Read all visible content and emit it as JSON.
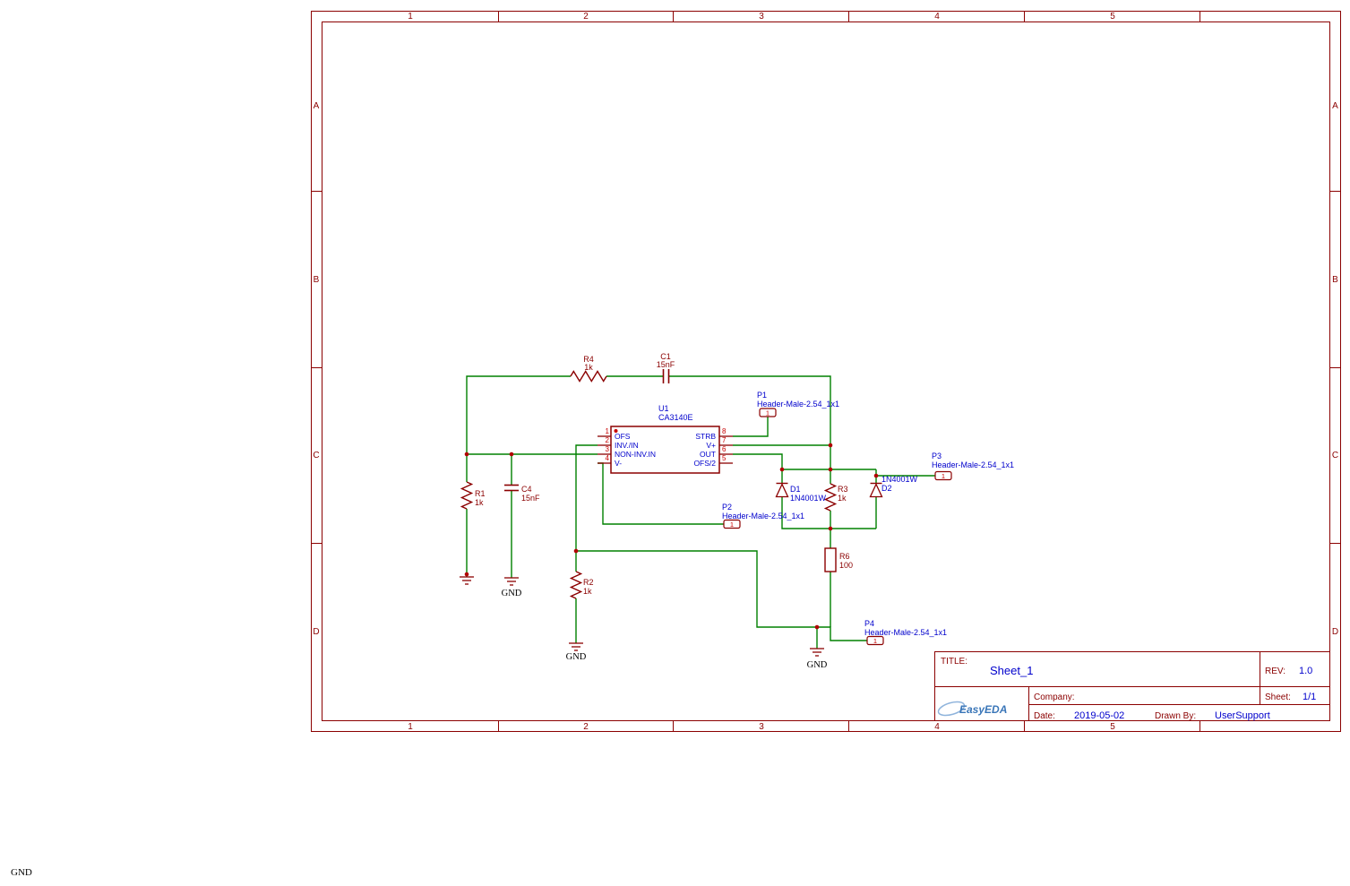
{
  "sheet": {
    "frame": {
      "columns": [
        "1",
        "2",
        "3",
        "4",
        "5"
      ],
      "rows": [
        "A",
        "B",
        "C",
        "D"
      ]
    },
    "corner_label": "GND"
  },
  "title_block": {
    "title_label": "TITLE:",
    "title": "Sheet_1",
    "rev_label": "REV:",
    "rev": "1.0",
    "logo": "EasyEDA",
    "company_label": "Company:",
    "sheet_label": "Sheet:",
    "sheet": "1/1",
    "date_label": "Date:",
    "date": "2019-05-02",
    "drawn_by_label": "Drawn By:",
    "drawn_by": "UserSupport"
  },
  "components": {
    "u1": {
      "ref": "U1",
      "value": "CA3140E",
      "pins_left": [
        {
          "num": "1",
          "name": "OFS"
        },
        {
          "num": "2",
          "name": "INV./IN"
        },
        {
          "num": "3",
          "name": "NON-INV.IN"
        },
        {
          "num": "4",
          "name": "V-"
        }
      ],
      "pins_right": [
        {
          "num": "8",
          "name": "STRB"
        },
        {
          "num": "7",
          "name": "V+"
        },
        {
          "num": "6",
          "name": "OUT"
        },
        {
          "num": "5",
          "name": "OFS/2"
        }
      ]
    },
    "r1": {
      "ref": "R1",
      "value": "1k"
    },
    "r2": {
      "ref": "R2",
      "value": "1k"
    },
    "r3": {
      "ref": "R3",
      "value": "1k"
    },
    "r4": {
      "ref": "R4",
      "value": "1k"
    },
    "r6": {
      "ref": "R6",
      "value": "100"
    },
    "c1": {
      "ref": "C1",
      "value": "15nF"
    },
    "c4": {
      "ref": "C4",
      "value": "15nF"
    },
    "d1": {
      "ref": "D1",
      "value": "1N4001W"
    },
    "d2": {
      "ref": "D2",
      "value": "1N4001W"
    },
    "p1": {
      "ref": "P1",
      "value": "Header-Male-2.54_1x1",
      "pin": "1"
    },
    "p2": {
      "ref": "P2",
      "value": "Header-Male-2.54_1x1",
      "pin": "1"
    },
    "p3": {
      "ref": "P3",
      "value": "Header-Male-2.54_1x1",
      "pin": "1"
    },
    "p4": {
      "ref": "P4",
      "value": "Header-Male-2.54_1x1",
      "pin": "1"
    },
    "gnd_label": "GND"
  },
  "colors": {
    "wire": "#008000",
    "symbol": "#8B0000",
    "pin_number": "#C80000",
    "label_blue": "#0000CC",
    "frame": "#8B0000",
    "text_black": "#000000",
    "background": "#FFFFFF"
  }
}
